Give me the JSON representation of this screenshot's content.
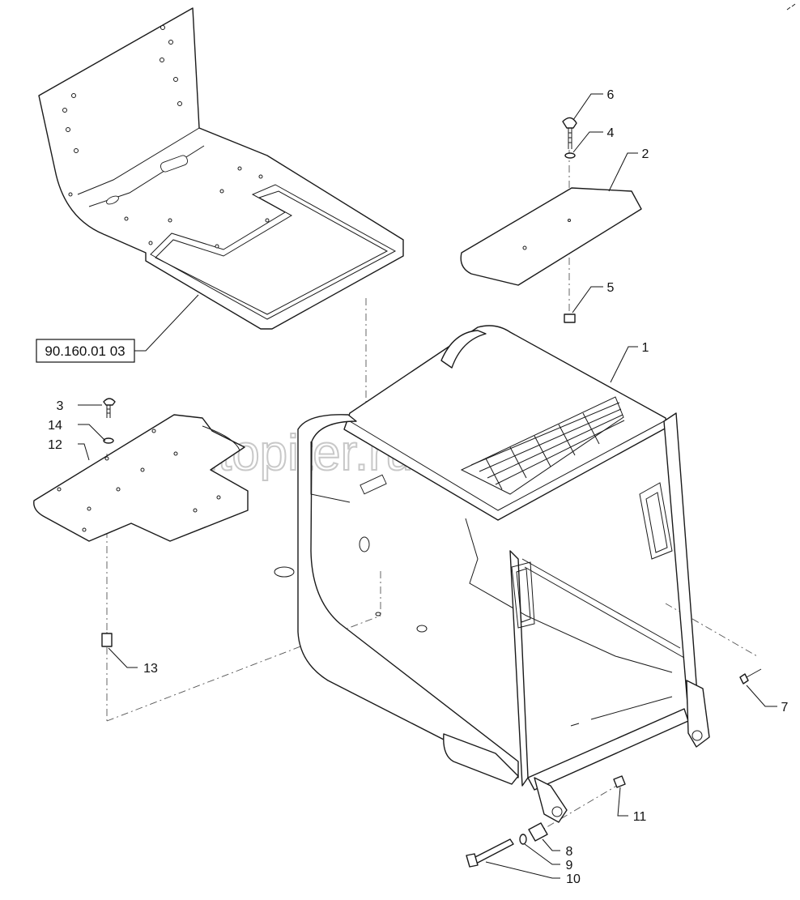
{
  "diagram": {
    "reference_box": "90.160.01 03",
    "watermark": "autopiter.ru",
    "callouts": [
      {
        "id": "c1",
        "label": "1"
      },
      {
        "id": "c2",
        "label": "2"
      },
      {
        "id": "c3",
        "label": "3"
      },
      {
        "id": "c4",
        "label": "4"
      },
      {
        "id": "c5",
        "label": "5"
      },
      {
        "id": "c6",
        "label": "6"
      },
      {
        "id": "c7",
        "label": "7"
      },
      {
        "id": "c8",
        "label": "8"
      },
      {
        "id": "c9",
        "label": "9"
      },
      {
        "id": "c10",
        "label": "10"
      },
      {
        "id": "c11",
        "label": "11"
      },
      {
        "id": "c12",
        "label": "12"
      },
      {
        "id": "c13",
        "label": "13"
      },
      {
        "id": "c14",
        "label": "14"
      }
    ]
  }
}
